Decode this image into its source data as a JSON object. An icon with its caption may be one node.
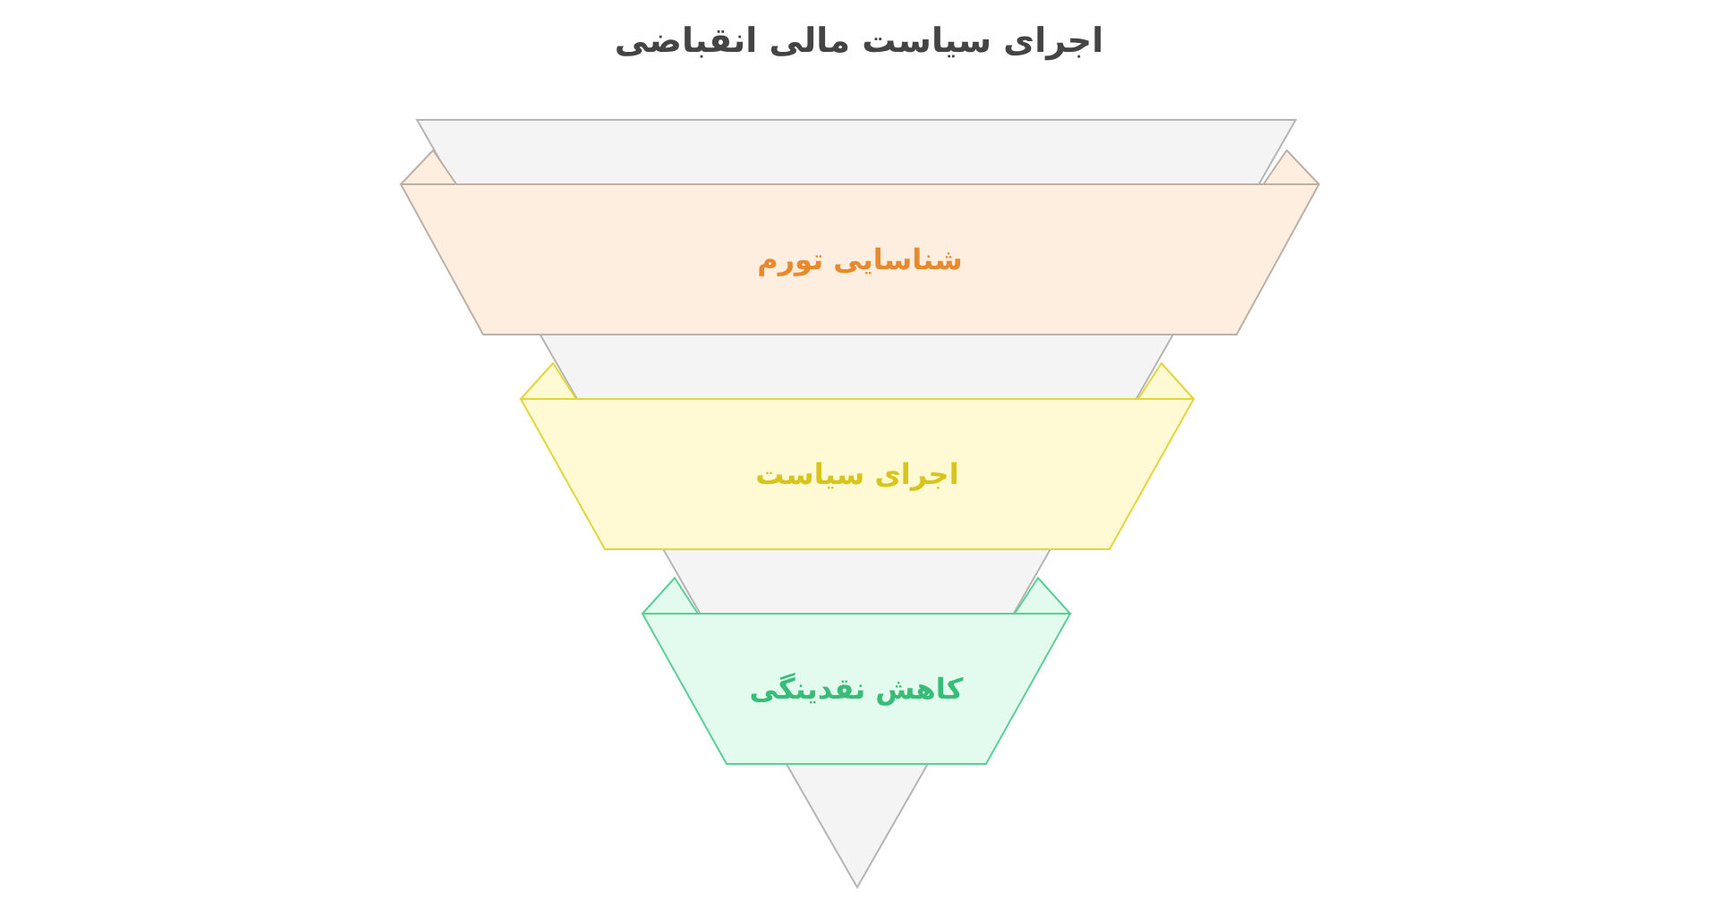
{
  "diagram": {
    "title": "اجرای سیاست مالی انقباضی",
    "nodes": [
      {
        "text": [
          "شناسایی تورم"
        ]
      },
      {
        "text": [
          "اجرای سیاست"
        ]
      },
      {
        "text": [
          "کاهش نقدینگی"
        ]
      }
    ]
  }
}
